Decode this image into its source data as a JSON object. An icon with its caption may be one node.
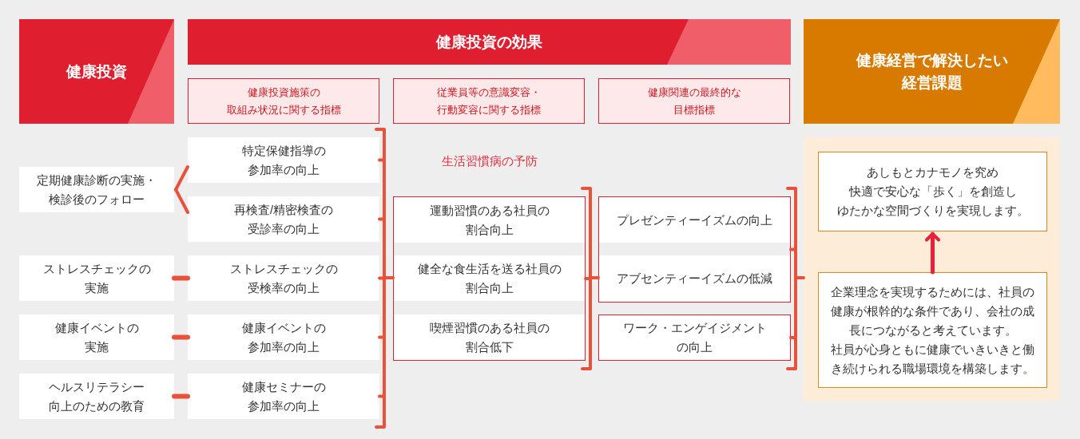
{
  "diagram": {
    "nodes": [
      {
        "text": [
          "健康投資"
        ]
      },
      {
        "text": [
          "健康投資の効果"
        ]
      },
      {
        "text": [
          "健康経営で解決したい経営課題"
        ]
      },
      {
        "text": [
          "健康投資施策の取組み状況に関する指標"
        ]
      },
      {
        "text": [
          "従業員等の意識変容・行動変容に関する指標"
        ]
      },
      {
        "text": [
          "健康関連の最終的な目標指標"
        ]
      },
      {
        "text": [
          "定期健康診断の実施・検診後のフォロー"
        ]
      },
      {
        "text": [
          "ストレスチェックの実施"
        ]
      },
      {
        "text": [
          "健康イベントの実施"
        ]
      },
      {
        "text": [
          "ヘルスリテラシー向上のための教育"
        ]
      },
      {
        "text": [
          "特定保健指導の参加率の向上"
        ]
      },
      {
        "text": [
          "再検査/精密検査の受診率の向上"
        ]
      },
      {
        "text": [
          "ストレスチェックの受検率の向上"
        ]
      },
      {
        "text": [
          "健康イベントの参加率の向上"
        ]
      },
      {
        "text": [
          "健康セミナーの参加率の向上"
        ]
      },
      {
        "text": [
          "生活習慣病の予防"
        ]
      },
      {
        "text": [
          "運動習慣のある社員の割合向上"
        ],
        "in": 15
      },
      {
        "text": [
          "健全な食生活を送る社員の割合向上"
        ],
        "in": 15
      },
      {
        "text": [
          "喫煙習慣のある社員の割合低下"
        ],
        "in": 15
      },
      {
        "text": [],
        "shape": "box"
      },
      {
        "text": [
          "プレゼンティーイズムの向上"
        ],
        "in": 19
      },
      {
        "text": [
          "アブセンティーイズムの低減"
        ],
        "in": 19
      },
      {
        "text": [
          "ワーク・エンゲイジメントの向上"
        ]
      },
      {
        "text": [],
        "shape": "box"
      },
      {
        "text": [
          "あしもとカナモノを究め快適で安心な「歩く」を創造しゆたかな空間づくりを実現します。"
        ],
        "in": 23
      },
      {
        "text": [
          "企業理念を実現するためには、社員の健康が根幹的な条件であり、会社の成長につながると考えています。社員が心身ともに健康でいきいきと働き続けられる職場環境を構築します。"
        ],
        "in": 23
      }
    ],
    "edges": [
      {
        "from": 6,
        "to": 10,
        "arrow": "none"
      },
      {
        "from": 6,
        "to": 11,
        "arrow": "none"
      },
      {
        "from": 7,
        "to": 12,
        "arrow": "none"
      },
      {
        "from": 8,
        "to": 13,
        "arrow": "none"
      },
      {
        "from": 9,
        "to": 14,
        "arrow": "none"
      },
      {
        "from": 10,
        "to": 15,
        "arrow": "none"
      },
      {
        "from": 11,
        "to": 15,
        "arrow": "none"
      },
      {
        "from": 12,
        "to": 15,
        "arrow": "none"
      },
      {
        "from": 13,
        "to": 15,
        "arrow": "none"
      },
      {
        "from": 14,
        "to": 15,
        "arrow": "none"
      },
      {
        "from": 15,
        "to": 19,
        "arrow": "none"
      },
      {
        "from": 19,
        "to": 23,
        "arrow": "none"
      },
      {
        "from": 22,
        "to": 23,
        "arrow": "none"
      },
      {
        "from": 25,
        "to": 24,
        "arrow": "to"
      }
    ]
  }
}
